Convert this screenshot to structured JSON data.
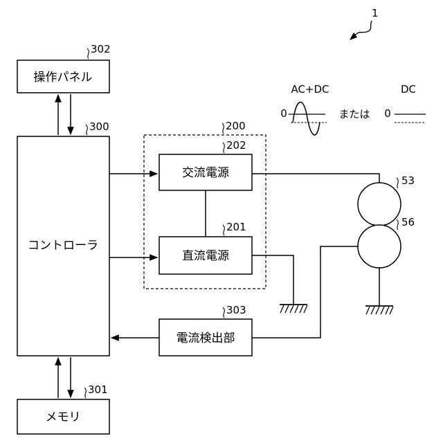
{
  "figure_ref": "1",
  "blocks": {
    "operation_panel": {
      "label": "操作パネル",
      "ref": "302"
    },
    "controller": {
      "label": "コントローラ",
      "ref": "300"
    },
    "memory": {
      "label": "メモリ",
      "ref": "301"
    },
    "power_unit": {
      "ref": "200"
    },
    "ac_power": {
      "label": "交流電源",
      "ref": "202"
    },
    "dc_power": {
      "label": "直流電源",
      "ref": "201"
    },
    "current_detector": {
      "label": "電流検出部",
      "ref": "303"
    }
  },
  "rollers": {
    "upper_ref": "53",
    "lower_ref": "56"
  },
  "legend": {
    "acdc_label": "AC+DC",
    "dc_label": "DC",
    "zero_left": "0",
    "zero_right": "0",
    "or_text": "または"
  }
}
